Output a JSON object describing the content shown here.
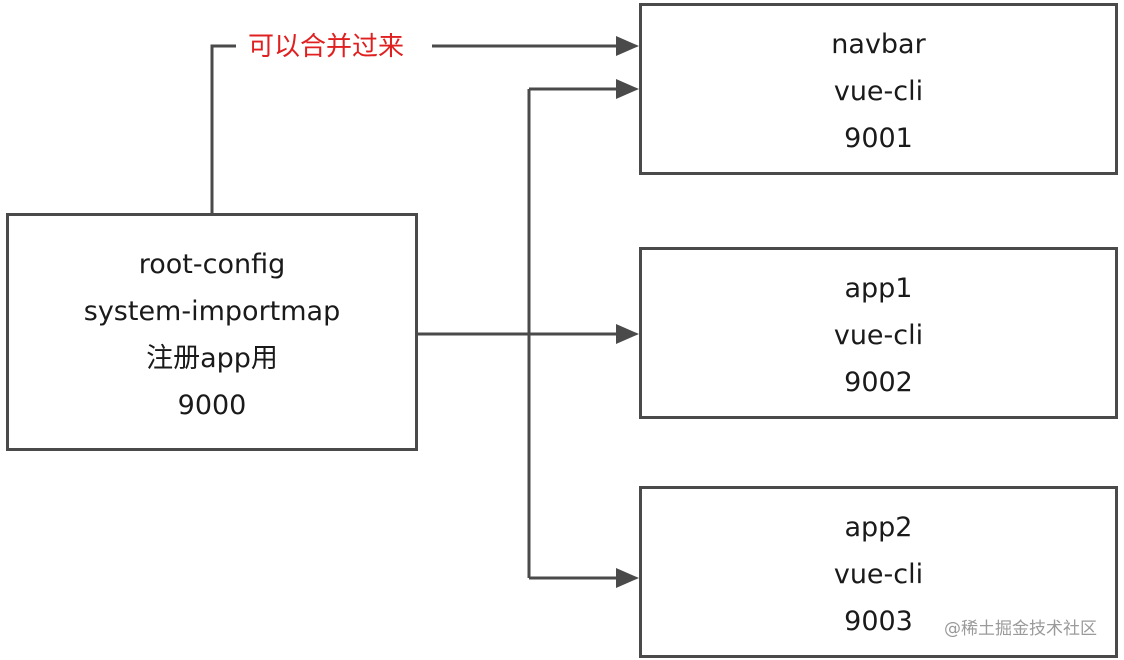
{
  "root": {
    "lines": [
      "root-config",
      "system-importmap",
      "注册app用",
      "9000"
    ]
  },
  "apps": [
    {
      "name": "navbar",
      "tool": "vue-cli",
      "port": "9001"
    },
    {
      "name": "app1",
      "tool": "vue-cli",
      "port": "9002"
    },
    {
      "name": "app2",
      "tool": "vue-cli",
      "port": "9003"
    }
  ],
  "annotation": {
    "text": "可以合并过来",
    "color": "#e02020"
  },
  "watermark": "@稀土掘金技术社区",
  "colors": {
    "border": "#4a4a4a",
    "connector": "#4a4a4a"
  }
}
